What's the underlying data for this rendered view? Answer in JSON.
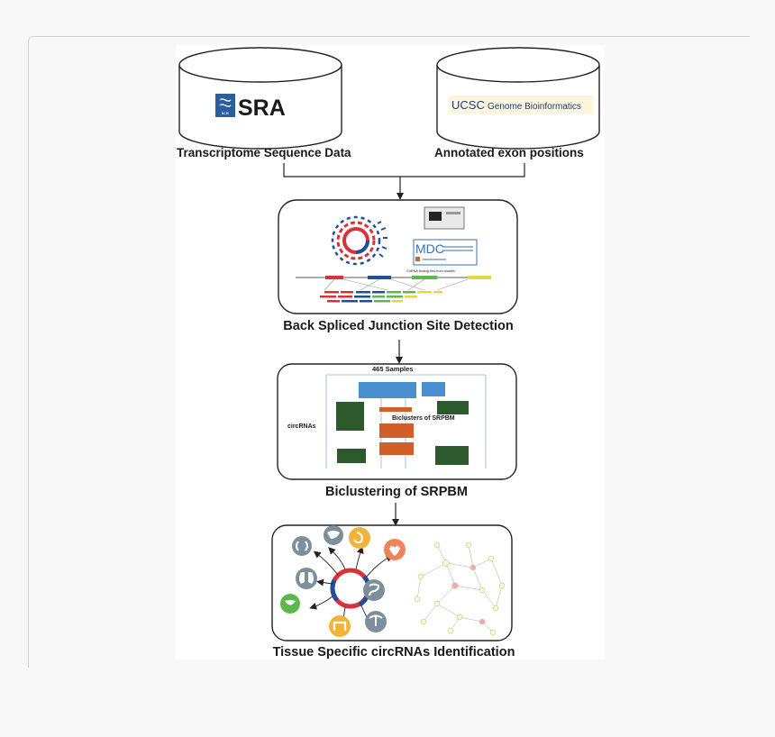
{
  "sources": {
    "left": {
      "logo_ncbi": "NCBI",
      "logo_text": "SRA",
      "caption": "Transcriptome Sequence Data"
    },
    "right": {
      "logo_ucsc": "UCSC",
      "logo_rest": "Genome Bioinformatics",
      "caption": "Annotated exon positions"
    }
  },
  "steps": {
    "detection": {
      "title": "Back Spliced Junction Site Detection",
      "mdc_logo": "MDC",
      "tool_caption": "CirRNA finding first from studies"
    },
    "biclustering": {
      "title": "Biclustering of SRPBM",
      "samples_label": "465 Samples",
      "row_label": "circRNAs",
      "cluster_label": "Biclusters of SRPBM"
    },
    "tissue": {
      "title": "Tissue Specific circRNAs Identification"
    }
  },
  "colors": {
    "dark_green": "#2d5a2c",
    "blue": "#4a8fd0",
    "orange": "#d05f2a",
    "red": "#d8323a",
    "navy": "#1f4f9a",
    "yellow": "#e6d740",
    "green": "#5cb84c",
    "organ_gray": "#7d8f9a",
    "organ_gold": "#f0b43a",
    "organ_coral": "#ef8459"
  }
}
